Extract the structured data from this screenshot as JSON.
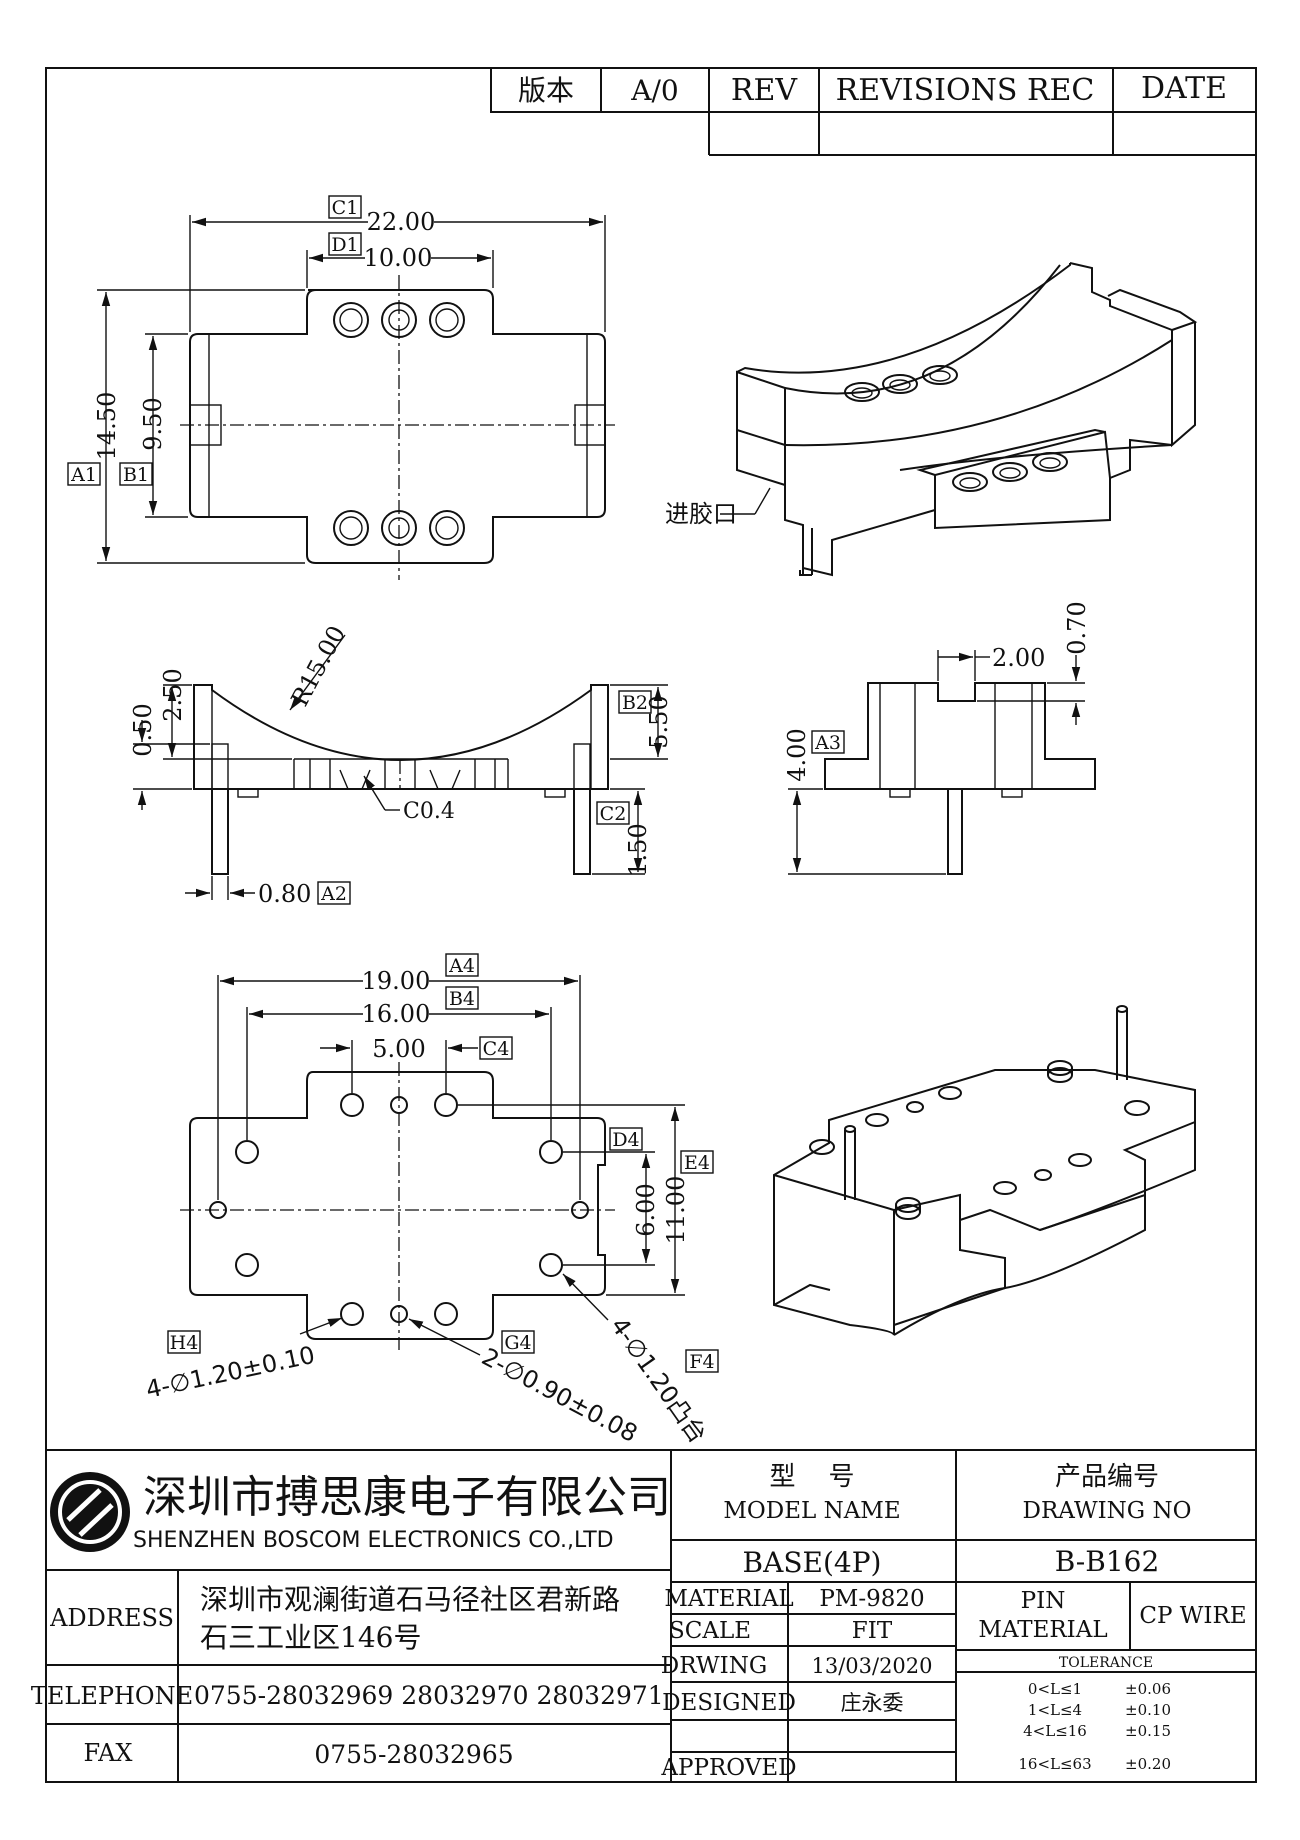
{
  "revision_block": {
    "version_label": "版本",
    "version_value": "A/0",
    "rev_label": "REV",
    "revisions_label": "REVISIONS REC",
    "date_label": "DATE"
  },
  "views": {
    "top": {
      "c1": "C1",
      "c1_val": "22.00",
      "d1": "D1",
      "d1_val": "10.00",
      "a1": "A1",
      "a1_val": "14.50",
      "b1": "B1",
      "b1_val": "9.50"
    },
    "iso_top": {
      "gate_label": "进胶口"
    },
    "front": {
      "radius": "R15.00",
      "v250": "2.50",
      "v050": "0.50",
      "c04": "C0.4",
      "b2": "B2",
      "v550": "5.50",
      "c2": "C2",
      "v150": "1.50",
      "v080": "0.80",
      "a2": "A2"
    },
    "side": {
      "v200": "2.00",
      "v070": "0.70",
      "a3": "A3",
      "v400": "4.00"
    },
    "bottom": {
      "a4": "A4",
      "v1900": "19.00",
      "b4": "B4",
      "v1600": "16.00",
      "v500": "5.00",
      "c4": "C4",
      "d4": "D4",
      "e4": "E4",
      "v600": "6.00",
      "v1100": "11.00",
      "h4": "H4",
      "hole_h4": "4-∅1.20±0.10",
      "g4": "G4",
      "hole_g4": "2-∅0.90±0.08",
      "f4": "F4",
      "hole_f4": "4-∅1.20凸台"
    }
  },
  "title_block": {
    "company_cn": "深圳市搏思康电子有限公司",
    "company_en": "SHENZHEN BOSCOM ELECTRONICS CO.,LTD",
    "model_cn": "型    号",
    "model_en": "MODEL NAME",
    "model_value": "BASE(4P)",
    "drawing_cn": "产品编号",
    "drawing_en": "DRAWING NO",
    "drawing_value": "B-B162",
    "address_label": "ADDRESS",
    "address_line1": "深圳市观澜街道石马径社区君新路",
    "address_line2": "石三工业区146号",
    "telephone_label": "TELEPHONE",
    "telephone_value": "0755-28032969 28032970 28032971",
    "fax_label": "FAX",
    "fax_value": "0755-28032965",
    "material_label": "MATERIAL",
    "material_value": "PM-9820",
    "scale_label": "SCALE",
    "scale_value": "FIT",
    "drawing_label": "DRWING",
    "drawing_date": "13/03/2020",
    "designed_label": "DESIGNED",
    "designed_value": "庄永委",
    "approved_label": "APPROVED",
    "approved_value": "",
    "pin_material_label1": "PIN",
    "pin_material_label2": "MATERIAL",
    "pin_material_value": "CP WIRE",
    "tolerance_label": "TOLERANCE",
    "tolerances": [
      {
        "range": "0<L≤1",
        "tol": "±0.06"
      },
      {
        "range": "1<L≤4",
        "tol": "±0.10"
      },
      {
        "range": "4<L≤16",
        "tol": "±0.15"
      },
      {
        "range": "16<L≤63",
        "tol": "±0.20"
      }
    ]
  }
}
